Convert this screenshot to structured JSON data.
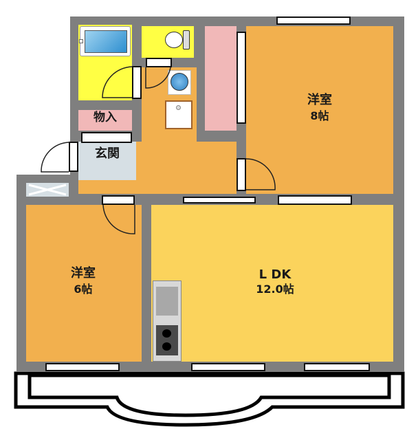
{
  "floor_plan": {
    "type": "apartment floor plan",
    "layout": "2LDK",
    "rooms": [
      {
        "id": "western-room-8",
        "name": "洋室",
        "size": "8帖",
        "color": "#f2b04e"
      },
      {
        "id": "western-room-6",
        "name": "洋室",
        "size": "6帖",
        "color": "#f2b04e"
      },
      {
        "id": "ldk",
        "name": "L DK",
        "size": "12.0帖",
        "color": "#fbd35c"
      },
      {
        "id": "entrance",
        "name": "玄関",
        "color": "#d6dfe4"
      },
      {
        "id": "storage",
        "name": "物入",
        "color": "#f1b8b8"
      },
      {
        "id": "bathroom",
        "name": "",
        "color": "#ffff44"
      },
      {
        "id": "toilet",
        "name": "",
        "color": "#ffff44"
      },
      {
        "id": "closet",
        "name": "",
        "color": "#f1b8b8"
      },
      {
        "id": "hallway",
        "name": "",
        "color": "#f2b04e"
      }
    ],
    "fixtures": [
      "bathtub",
      "toilet",
      "wash-basin",
      "washing-machine-pan",
      "kitchen-sink",
      "two-burner-stove"
    ],
    "balcony": {
      "shape": "bay-curved"
    },
    "colors": {
      "wall": "#7f7f7f",
      "room_orange": "#f2b04e",
      "room_yellow": "#fbd35c",
      "wet_yellow": "#ffff44",
      "storage_pink": "#f1b8b8",
      "entrance_gray": "#d6dfe4"
    }
  }
}
